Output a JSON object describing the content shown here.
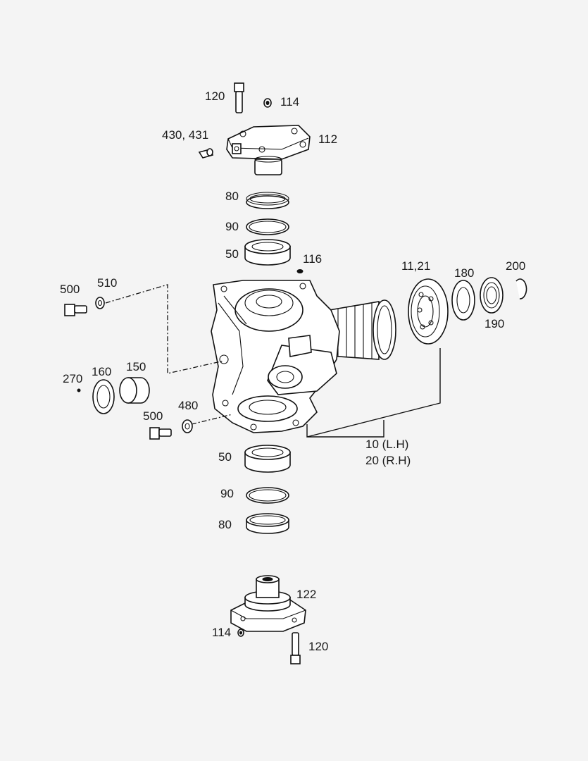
{
  "labels": {
    "p120_top": "120",
    "p114_top": "114",
    "p430_431": "430, 431",
    "p112": "112",
    "p80_top": "80",
    "p90_top": "90",
    "p50_top": "50",
    "p116": "116",
    "p500_left": "500",
    "p510": "510",
    "p11_21": "11,21",
    "p180": "180",
    "p200": "200",
    "p190": "190",
    "p270": "270",
    "p160": "160",
    "p150": "150",
    "p500_mid": "500",
    "p480": "480",
    "p10_lh": "10 (L.H)",
    "p20_rh": "20 (R.H)",
    "p50_bottom": "50",
    "p90_bottom": "90",
    "p80_bottom": "80",
    "p122": "122",
    "p114_bottom": "114",
    "p120_bottom": "120"
  }
}
